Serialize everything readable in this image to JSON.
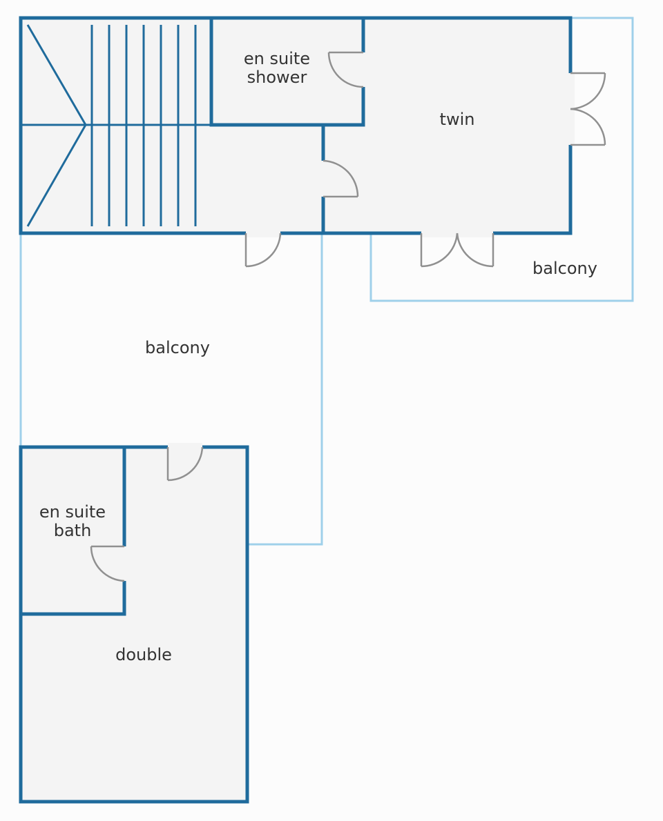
{
  "floor_plan": {
    "rooms": {
      "stairs": {
        "label": ""
      },
      "en_suite_shower": {
        "line1": "en suite",
        "line2": "shower"
      },
      "twin": {
        "label": "twin"
      },
      "balcony_right": {
        "label": "balcony"
      },
      "balcony_main": {
        "label": "balcony"
      },
      "en_suite_bath": {
        "line1": "en suite",
        "line2": "bath"
      },
      "double": {
        "label": "double"
      }
    },
    "colors": {
      "wall": "#1f6b9c",
      "balcony_outline": "#9fd0ea",
      "room_fill": "#f4f4f4",
      "door": "#909090",
      "background": "#fcfcfc"
    }
  }
}
